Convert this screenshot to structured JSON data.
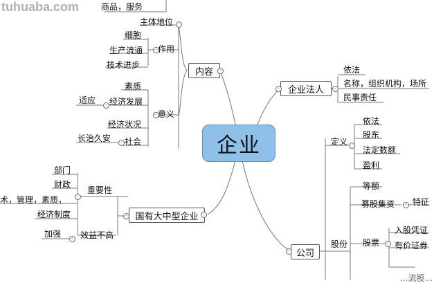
{
  "watermark": "tuhuaba.com",
  "center": "企业",
  "branches": {
    "content": {
      "label": "内容",
      "items": {
        "goods": "商品，服务",
        "status": "主体地位",
        "role": "作用",
        "role_cells": "细胞",
        "role_circ": "生产流通",
        "role_tech": "技术进步",
        "meaning": "意义",
        "meaning_quality": "素质",
        "meaning_econ": "经济发展",
        "meaning_adapt": "适应",
        "meaning_status": "经济状况",
        "meaning_society": "社会",
        "meaning_longterm": "长治久安"
      }
    },
    "legal": {
      "label": "企业法人",
      "items": [
        "依法",
        "名称，组织机构，场所",
        "民事责任"
      ]
    },
    "soe": {
      "label": "国有大中型企业",
      "items": {
        "importance": "重要性",
        "dept": "部门",
        "finance": "财政",
        "tech": "技术，管理，素质，",
        "system": "经济制度",
        "benefit": "效益不高",
        "strengthen": "加强"
      }
    },
    "company": {
      "label": "公司",
      "definition": "定义",
      "def_items": [
        "依法",
        "股东",
        "法定数额",
        "盈利"
      ],
      "shares": "股份",
      "share_items": {
        "equal": "等额",
        "raise": "募股集资",
        "feature": "特征",
        "stock": "股票",
        "voucher": "入股凭证",
        "security": "有价证券",
        "cut": "...流股..."
      }
    }
  }
}
